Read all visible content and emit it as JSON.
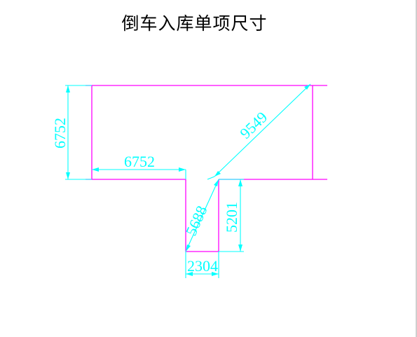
{
  "page": {
    "title": "倒车入库单项尺寸"
  },
  "colors": {
    "boundary": "#ff00ff",
    "dimension": "#00ffff",
    "background": "#ffffff"
  },
  "dimensions": {
    "left_height": "6752",
    "top_width": "6752",
    "diagonal_main": "9549",
    "diagonal_garage": "5688",
    "garage_depth": "5201",
    "garage_width": "2304"
  }
}
